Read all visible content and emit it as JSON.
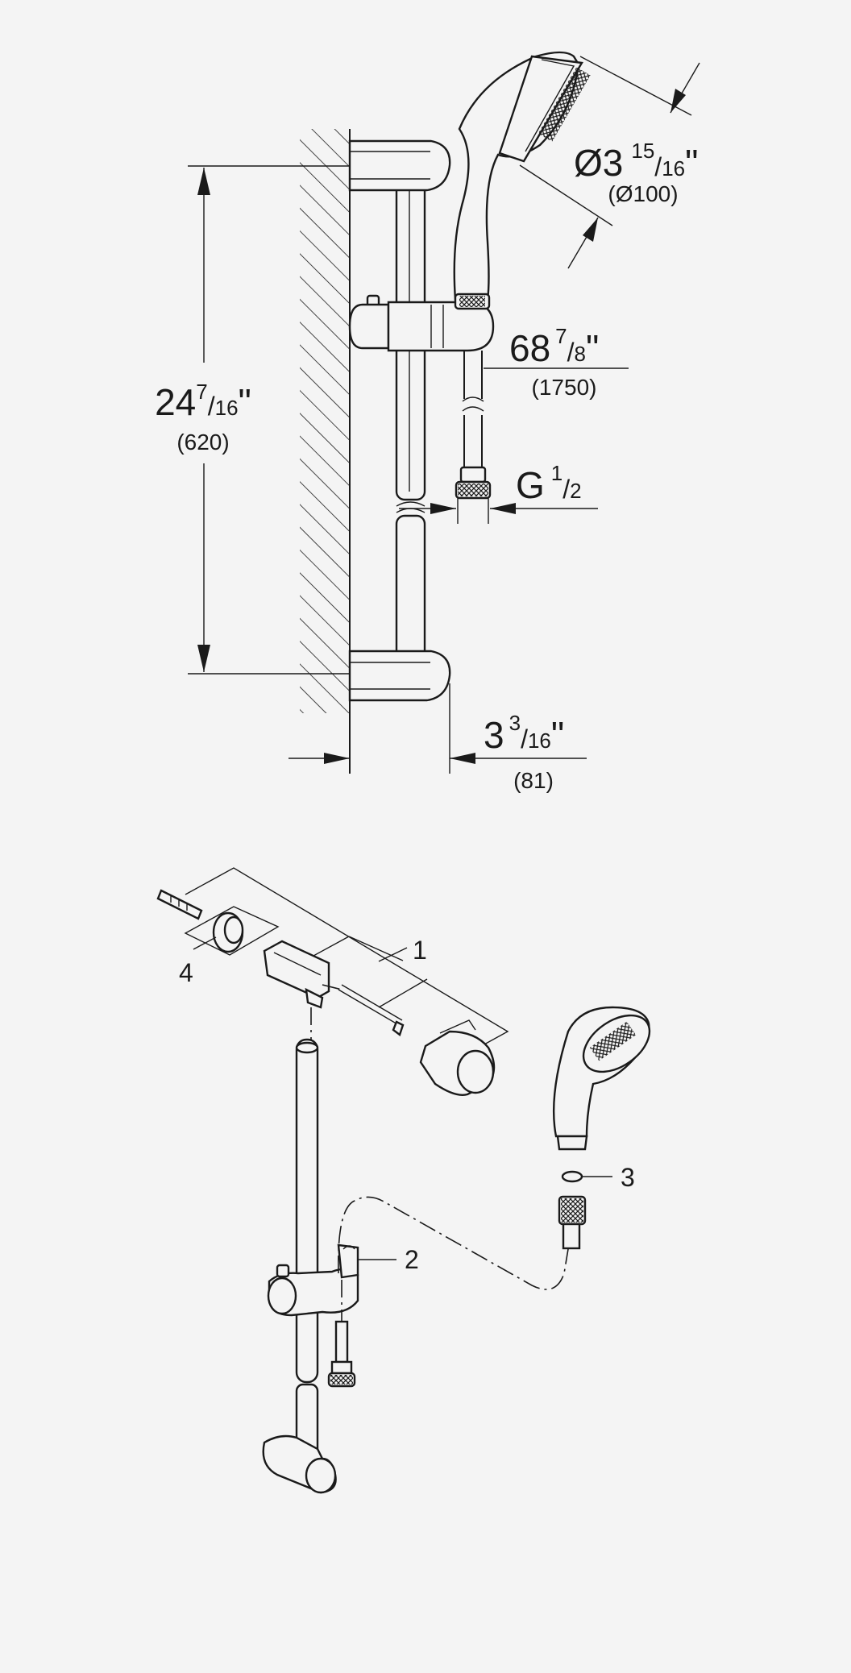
{
  "dimensions": {
    "rail_height": {
      "whole": "24",
      "num": "7",
      "den": "16",
      "unit": "\"",
      "metric": "(620)"
    },
    "head_diameter": {
      "prefix": "Ø3",
      "num": "15",
      "den": "16",
      "unit": "\"",
      "metric": "(Ø100)"
    },
    "hose_length": {
      "whole": "68",
      "num": "7",
      "den": "8",
      "unit": "\"",
      "metric": "(1750)"
    },
    "thread": {
      "prefix": "G",
      "num": "1",
      "den": "2"
    },
    "projection": {
      "whole": "3",
      "num": "3",
      "den": "16",
      "unit": "\"",
      "metric": "(81)"
    }
  },
  "callouts": [
    "1",
    "2",
    "3",
    "4"
  ]
}
